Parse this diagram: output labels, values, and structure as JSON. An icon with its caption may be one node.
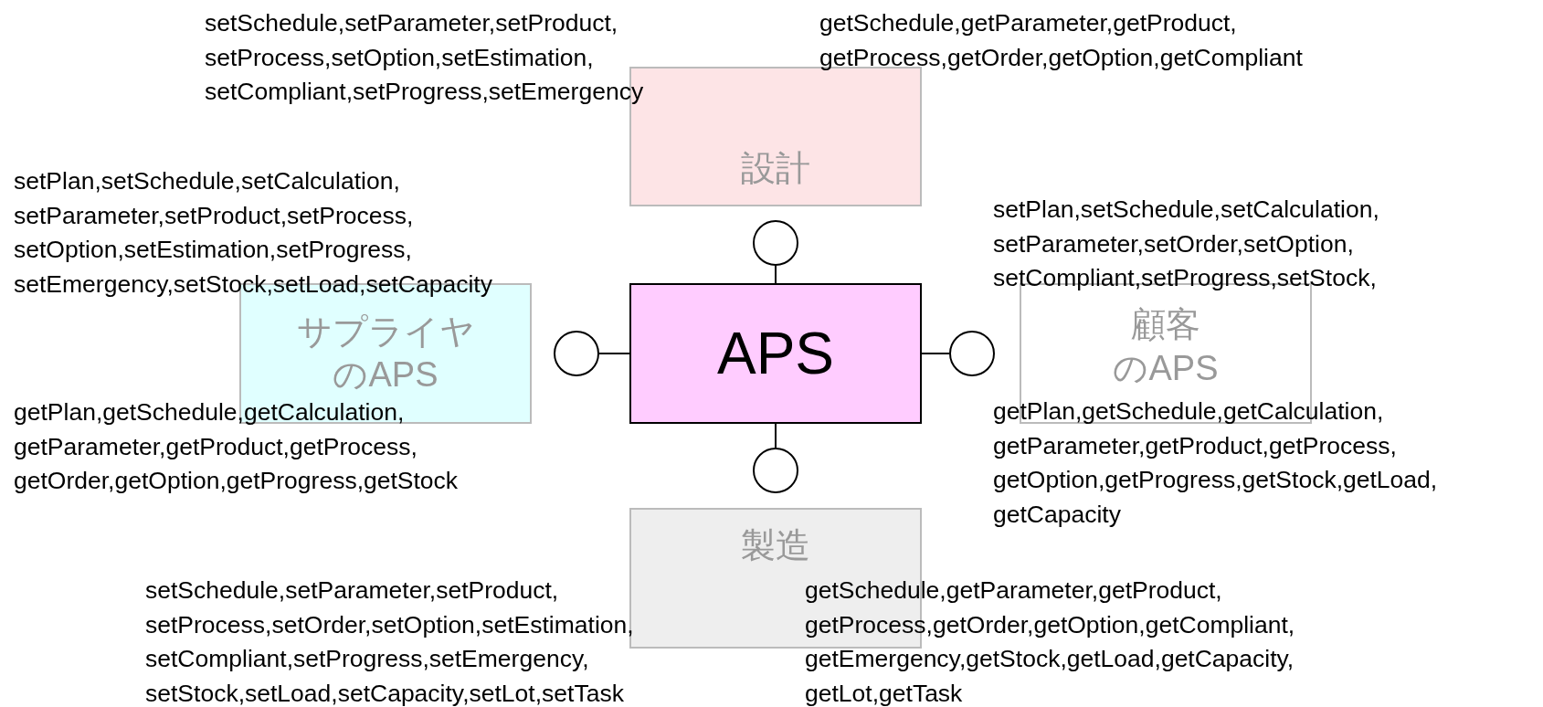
{
  "diagram": {
    "nodes": [
      {
        "text": [
          "設計"
        ]
      },
      {
        "text": [
          "APS"
        ]
      },
      {
        "text": [
          "サプライヤのAPS"
        ]
      },
      {
        "text": [
          "顧客のAPS"
        ]
      },
      {
        "text": [
          "製造"
        ]
      },
      {
        "text": [],
        "shape": "circle"
      },
      {
        "text": [],
        "shape": "circle"
      },
      {
        "text": [],
        "shape": "circle"
      },
      {
        "text": [],
        "shape": "circle"
      }
    ],
    "edges": [
      {
        "from": 1,
        "to": 5,
        "arrow": "none"
      },
      {
        "from": 1,
        "to": 6,
        "arrow": "none"
      },
      {
        "from": 1,
        "to": 7,
        "arrow": "none"
      },
      {
        "from": 1,
        "to": 8,
        "arrow": "none"
      }
    ],
    "labels": [
      "setSchedule,setParameter,setProduct, setProcess,setOption,setEstimation, setCompliant,setProgress,setEmergency",
      "getSchedule,getParameter,getProduct, getProcess,getOrder,getOption,getCompliant",
      "setPlan,setSchedule,setCalculation, setParameter,setProduct,setProcess, setOption,setEstimation,setProgress, setEmergency,setStock,setLoad,setCapacity",
      "setPlan,setSchedule,setCalculation, setParameter,setOrder,setOption, setCompliant,setProgress,setStock,",
      "getPlan,getSchedule,getCalculation, getParameter,getProduct,getProcess, getOrder,getOption,getProgress,getStock",
      "getPlan,getSchedule,getCalculation, getParameter,getProduct,getProcess, getOption,getProgress,getStock,getLoad, getCapacity",
      "setSchedule,setParameter,setProduct, setProcess,setOrder,setOption,setEstimation, setCompliant,setProgress,setEmergency, setStock,setLoad,setCapacity,setLot,setTask",
      "getSchedule,getParameter,getProduct, getProcess,getOrder,getOption,getCompliant, getEmergency,getStock,getLoad,getCapacity, getLot,getTask"
    ]
  }
}
